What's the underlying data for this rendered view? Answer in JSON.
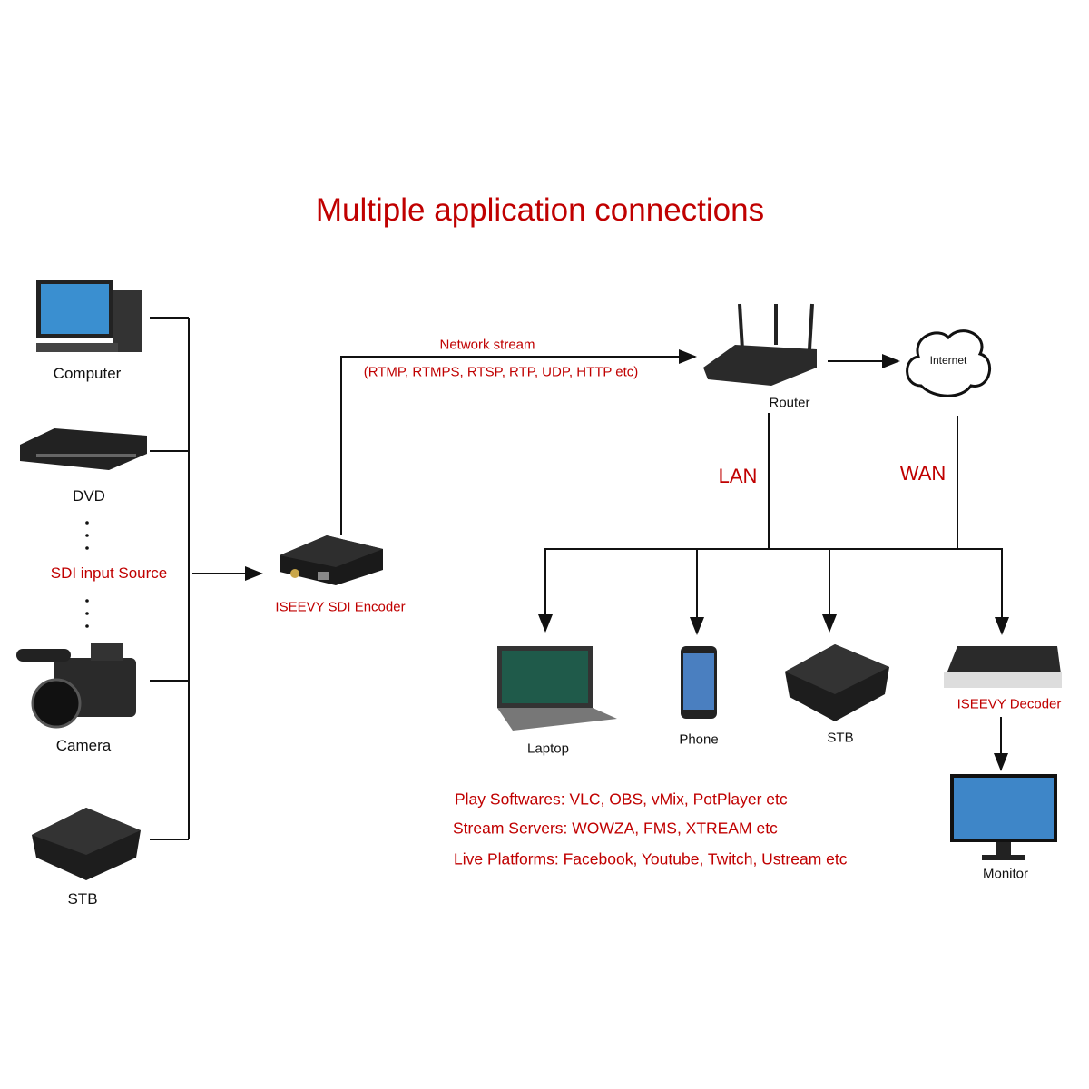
{
  "title": "Multiple application connections",
  "sources": {
    "computer": "Computer",
    "dvd": "DVD",
    "sdi_source": "SDI input Source",
    "camera": "Camera",
    "stb": "STB"
  },
  "encoder": "ISEEVY SDI Encoder",
  "network": {
    "label": "Network stream",
    "protocols": "(RTMP, RTMPS, RTSP, RTP, UDP, HTTP etc)"
  },
  "router": "Router",
  "internet": "Internet",
  "lan": "LAN",
  "wan": "WAN",
  "outputs": {
    "laptop": "Laptop",
    "phone": "Phone",
    "stb": "STB",
    "decoder": "ISEEVY Decoder",
    "monitor": "Monitor"
  },
  "info": [
    "Play Softwares: VLC, OBS, vMix, PotPlayer etc",
    "Stream Servers: WOWZA, FMS, XTREAM etc",
    "Live Platforms: Facebook, Youtube, Twitch, Ustream etc"
  ],
  "colors": {
    "accent": "#c00000"
  }
}
